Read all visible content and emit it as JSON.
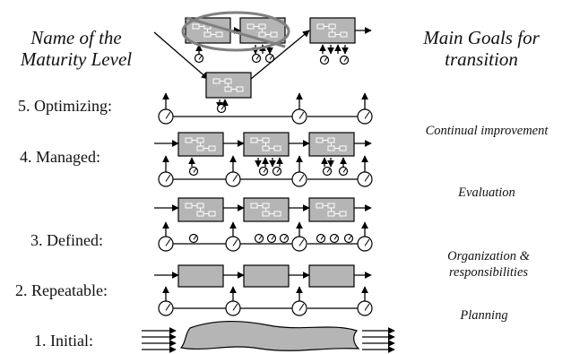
{
  "header": {
    "left_line1": "Name of the",
    "left_line2": "Maturity Level",
    "right_line1": "Main Goals for",
    "right_line2": "transition"
  },
  "levels": [
    {
      "name": "5. Optimizing:"
    },
    {
      "name": "4. Managed:"
    },
    {
      "name": "3. Defined:"
    },
    {
      "name": "2. Repeatable:"
    },
    {
      "name": "1. Initial:"
    }
  ],
  "goals": [
    {
      "line1": "Continual improvement",
      "line2": ""
    },
    {
      "line1": "Evaluation",
      "line2": ""
    },
    {
      "line1": "Organization &",
      "line2": "responsibilities"
    },
    {
      "line1": "Planning",
      "line2": ""
    }
  ],
  "colors": {
    "box_fill": "#b5b5b5",
    "line": "#000000",
    "highlight_ellipse": "#808080",
    "background": "#ffffff"
  }
}
